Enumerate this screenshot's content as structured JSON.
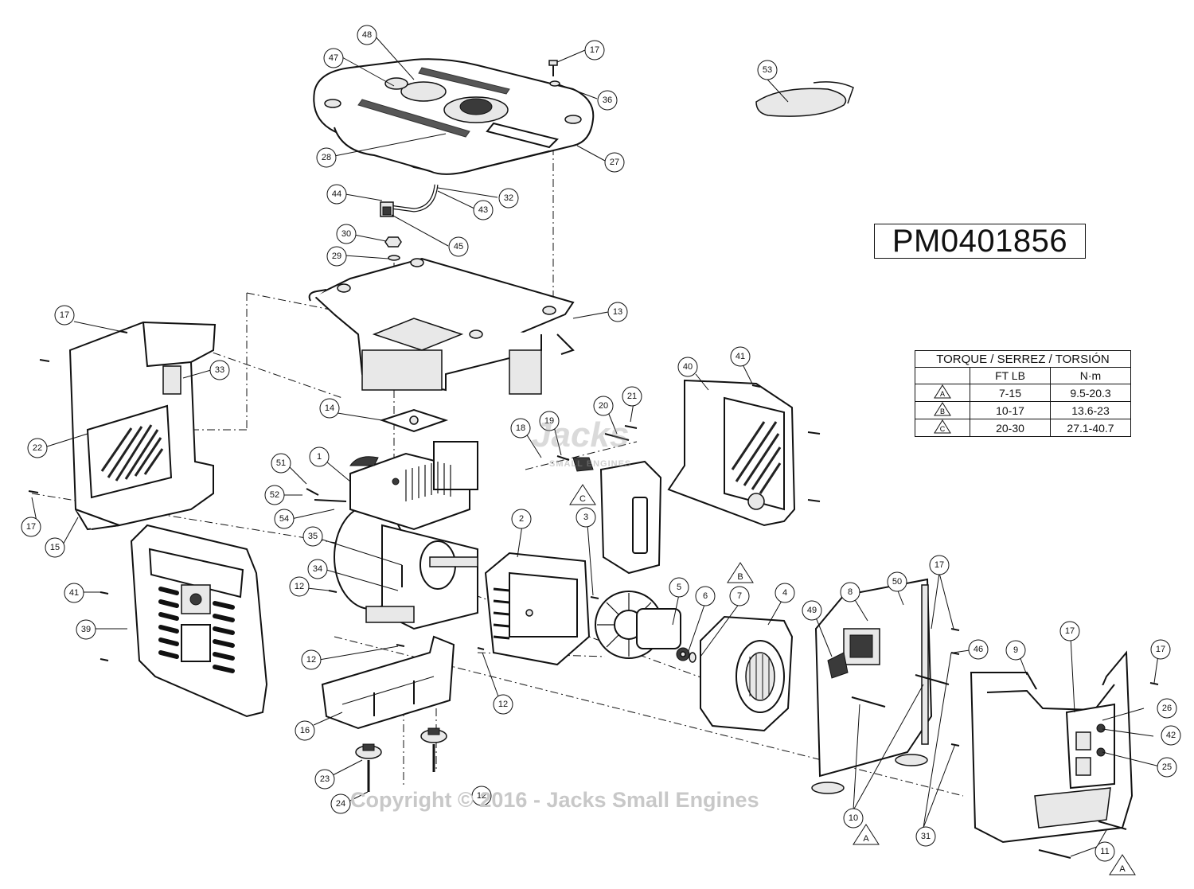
{
  "model_number": "PM0401856",
  "torque_table": {
    "title": "TORQUE / SERREZ / TORSIÓN",
    "col_ft_lb": "FT LB",
    "col_nm": "N·m",
    "rows": [
      {
        "mark": "A",
        "ft_lb": "7-15",
        "nm": "9.5-20.3"
      },
      {
        "mark": "B",
        "ft_lb": "10-17",
        "nm": "13.6-23"
      },
      {
        "mark": "C",
        "ft_lb": "20-30",
        "nm": "27.1-40.7"
      }
    ]
  },
  "watermark": "Copyright © 2016 - Jacks Small Engines",
  "logo": {
    "name": "Jacks",
    "sub": "SMALL ENGINES"
  },
  "callouts": [
    "1",
    "2",
    "3",
    "4",
    "5",
    "6",
    "7",
    "8",
    "9",
    "10",
    "11",
    "12",
    "12",
    "12",
    "12",
    "13",
    "14",
    "15",
    "16",
    "17",
    "17",
    "17",
    "17",
    "17",
    "17",
    "18",
    "19",
    "20",
    "21",
    "22",
    "23",
    "24",
    "25",
    "26",
    "27",
    "28",
    "29",
    "30",
    "31",
    "32",
    "33",
    "34",
    "35",
    "36",
    "39",
    "40",
    "41",
    "41",
    "42",
    "43",
    "44",
    "45",
    "46",
    "47",
    "48",
    "49",
    "50",
    "51",
    "52",
    "53",
    "54"
  ],
  "torque_marks": [
    "A",
    "A",
    "A",
    "B",
    "C"
  ]
}
